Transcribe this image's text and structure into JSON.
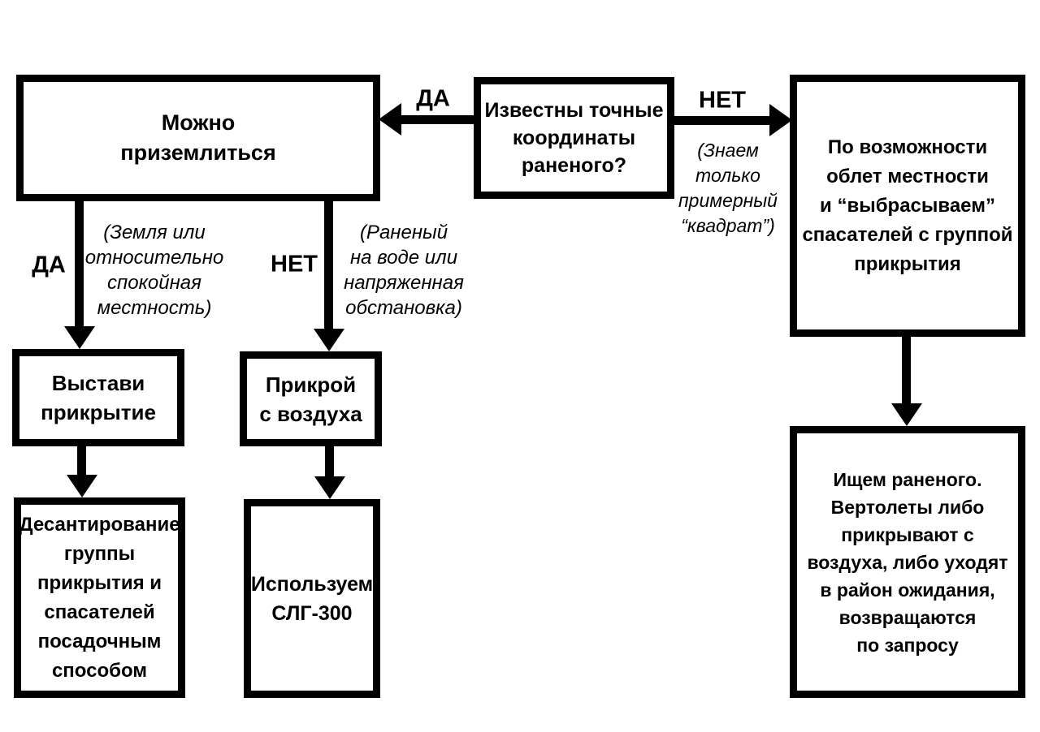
{
  "colors": {
    "background": "#ffffff",
    "ink": "#000000"
  },
  "nodes": {
    "can_land": {
      "text": "Можно\nприземлиться"
    },
    "known_coords": {
      "text": "Известны точные\nкоординаты\nраненого?"
    },
    "overfly": {
      "text": "По возможности\nоблет местности\nи “выбрасываем”\nспасателей с группой\nприкрытия"
    },
    "set_cover": {
      "text": "Выстави\nприкрытие"
    },
    "cover_air": {
      "text": "Прикрой\nс воздуха"
    },
    "landing_party": {
      "text": "Десантирование\nгруппы\nприкрытия и\nспасателей\nпосадочным\nспособом"
    },
    "use_slg": {
      "text": "Используем\nСЛГ-300"
    },
    "search_wounded": {
      "text": "Ищем раненого.\nВертолеты либо\nприкрывают с\nвоздуха, либо уходят\nв район ожидания,\nвозвращаются\nпо запросу"
    }
  },
  "labels": {
    "yes_left": "ДА",
    "no_right": "НЕТ",
    "yes_down": "ДА",
    "no_down": "НЕТ"
  },
  "notes": {
    "approx_square": "(Знаем\nтолько\nпримерный\n“квадрат”)",
    "calm_terrain": "(Земля или\nотносительно\nспокойная\nместность)",
    "tense_situation": "(Раненый\nна воде или\nнапряженная\nобстановка)"
  }
}
